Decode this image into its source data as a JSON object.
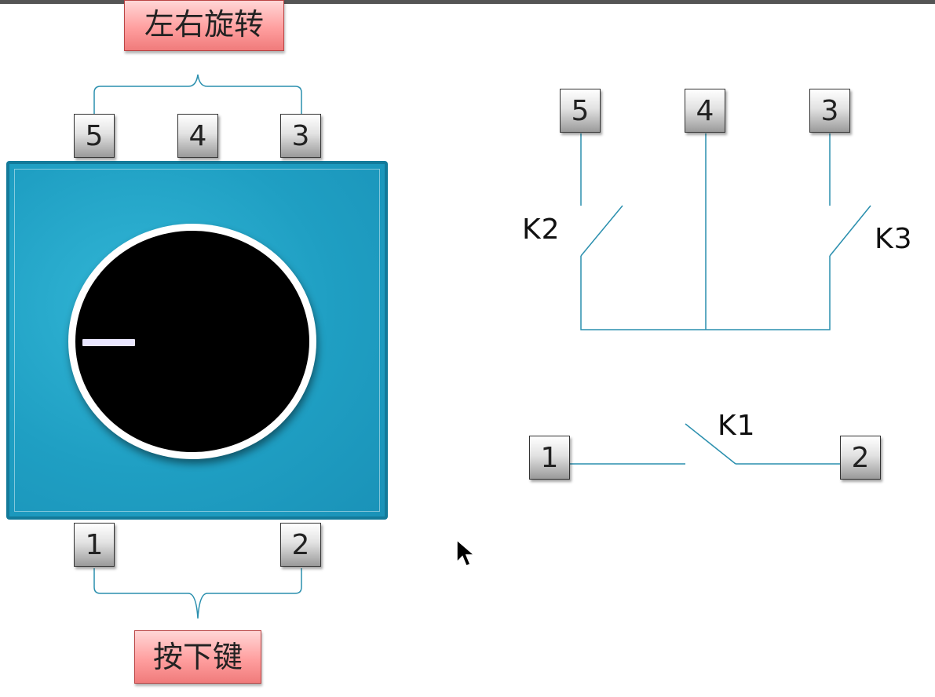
{
  "callouts": {
    "rotate": "左右旋转",
    "press": "按下键"
  },
  "device": {
    "top_pins": [
      "5",
      "4",
      "3"
    ],
    "bottom_pins": [
      "1",
      "2"
    ]
  },
  "schematic": {
    "top_pins": [
      "5",
      "4",
      "3"
    ],
    "bottom_pins": [
      "1",
      "2"
    ],
    "switches": [
      "K2",
      "K3",
      "K1"
    ]
  },
  "colors": {
    "device_body": "#1f9fc3",
    "device_border": "#137a9a",
    "wire": "#2a8fae",
    "callout": "#ff9f9f",
    "knob": "#000000"
  },
  "icons": {
    "cursor": "mouse-pointer-icon"
  }
}
